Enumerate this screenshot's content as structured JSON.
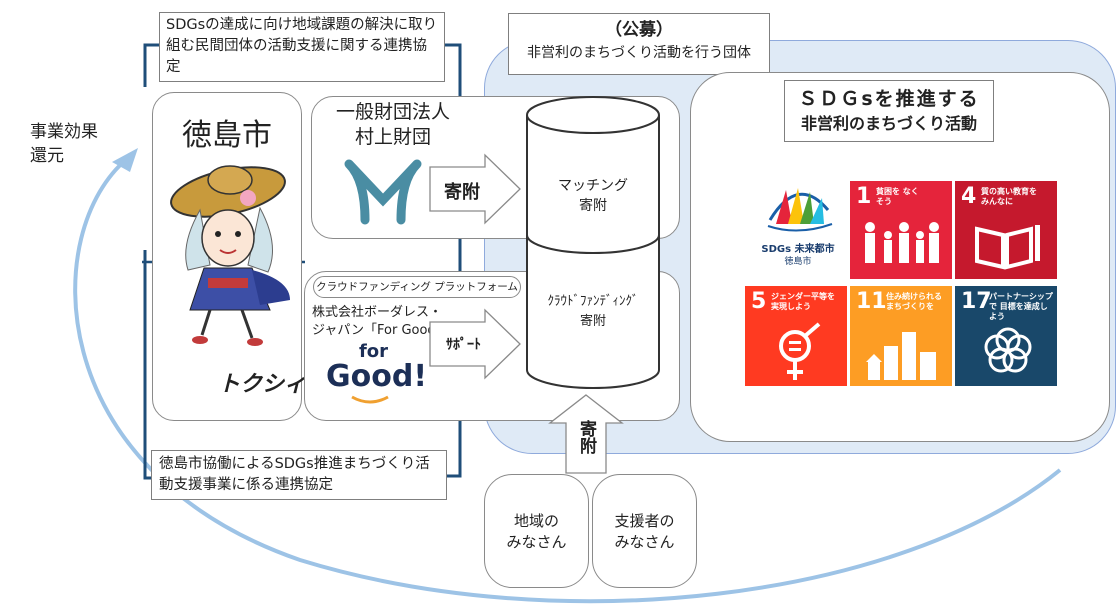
{
  "top_agreement": "SDGsの達成に向け地域課題の解決に取り組む民間団体の活動支援に関する連携協定",
  "bottom_agreement": "徳島市協働によるSDGs推進まちづくり活動支援事業に係る連携協定",
  "effect": {
    "line1": "事業効果",
    "line2": "還元"
  },
  "city": {
    "name": "徳島市",
    "mascot_logo": "トクシィ"
  },
  "recruit": {
    "title": "（公募）",
    "subtitle": "非営利のまちづくり活動を行う団体"
  },
  "foundation": {
    "line1": "一般財団法人",
    "line2": "村上財団"
  },
  "platform_label": "クラウドファンディング プラットフォーム",
  "company": {
    "line1": "株式会社ボーダレス・",
    "line2": "ジャパン「For Good」"
  },
  "forgood_logo": {
    "line1": "for",
    "line2": "Good!"
  },
  "arrows": {
    "donation": "寄附",
    "support": "ｻﾎﾟｰﾄ",
    "bottom_donation": "寄附"
  },
  "cylinder": {
    "top_line1": "マッチング",
    "top_line2": "寄附",
    "bottom_line1": "ｸﾗｳﾄﾞﾌｧﾝﾃﾞｨﾝｸﾞ",
    "bottom_line2": "寄附"
  },
  "activity": {
    "line1": "ＳＤＧsを推進する",
    "line2": "非営利のまちづくり活動"
  },
  "sdgs_city_logo": {
    "line1": "SDGs 未来都市",
    "line2": "徳島市"
  },
  "goals": [
    {
      "num": "1",
      "label": "貧困を なくそう",
      "color": "#e5243b"
    },
    {
      "num": "4",
      "label": "質の高い教育を みんなに",
      "color": "#c5192d"
    },
    {
      "num": "5",
      "label": "ジェンダー平等を 実現しよう",
      "color": "#ff3a21"
    },
    {
      "num": "11",
      "label": "住み続けられる まちづくりを",
      "color": "#fd9d24"
    },
    {
      "num": "17",
      "label": "パートナーシップで 目標を達成しよう",
      "color": "#19486a"
    }
  ],
  "citizens": {
    "line1": "地域の",
    "line2": "みなさん"
  },
  "supporters": {
    "line1": "支援者の",
    "line2": "みなさん"
  }
}
